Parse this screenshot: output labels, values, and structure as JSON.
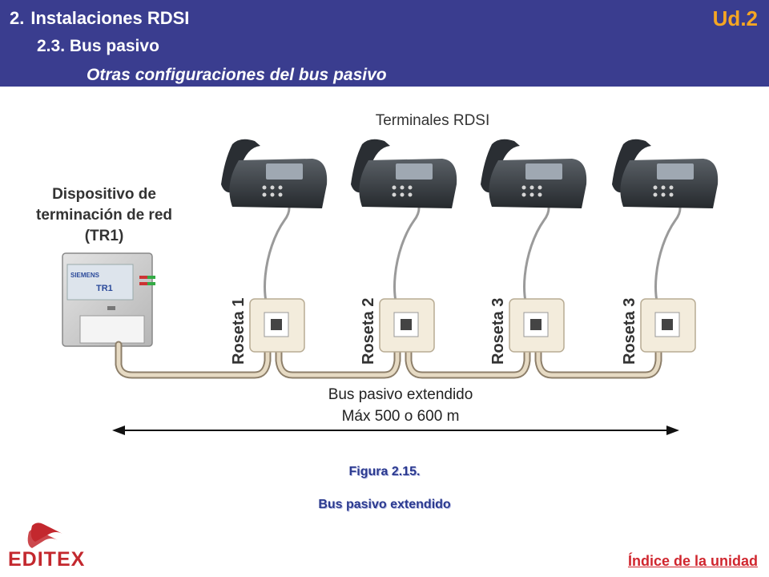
{
  "header": {
    "section_number": "2.",
    "section_title": "Instalaciones RDSI",
    "subsection": "2.3. Bus pasivo",
    "topic": "Otras configuraciones del bus pasivo",
    "unit_label": "Ud.2",
    "background_color": "#3a3d8f",
    "unit_color": "#f5a623"
  },
  "diagram": {
    "terminals_label": "Terminales RDSI",
    "device_label_lines": [
      "Dispositivo de",
      "terminación de red",
      "(TR1)"
    ],
    "device_brand": "SIEMENS",
    "device_model": "TR1",
    "rosettes": [
      "Roseta 1",
      "Roseta 2",
      "Roseta 3",
      "Roseta 3"
    ],
    "bus_label": "Bus pasivo extendido",
    "distance_label": "Máx 500 o 600 m"
  },
  "caption": {
    "figure": "Figura 2.15.",
    "title": "Bus pasivo extendido",
    "color": "#2b3a8f"
  },
  "footer": {
    "logo_text": "EDITEX",
    "index_link": "Índice de la unidad",
    "logo_color": "#c3282e"
  }
}
